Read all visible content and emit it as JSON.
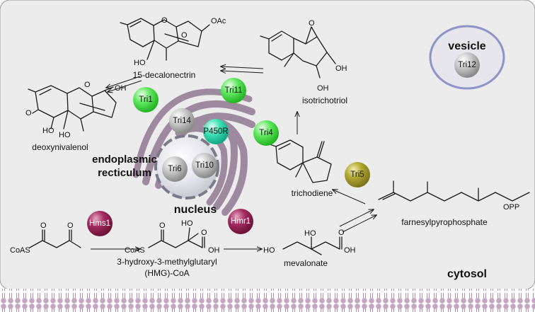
{
  "compartments": {
    "vesicle": "vesicle",
    "er_line1": "endoplasmic",
    "er_line2": "recticulum",
    "nucleus": "nucleus",
    "cytosol": "cytosol"
  },
  "enzymes": {
    "tri1": "Tri1",
    "tri11": "Tri11",
    "tri14": "Tri14",
    "p450r": "P450R",
    "tri4": "Tri4",
    "tri6": "Tri6",
    "tri10": "Tri10",
    "tri5": "Tri5",
    "tri12": "Tri12",
    "hms1": "Hms1",
    "hmr1": "Hmr1"
  },
  "compounds": {
    "decalonectrin": "15-decalonectrin",
    "deoxynivalenol": "deoxynivalenol",
    "isotrichotriol": "isotrichotriol",
    "trichodiene": "trichodiene",
    "fpp": "farnesylpyrophosphate",
    "hmg_line1": "3-hydroxy-3-methylglutaryl",
    "hmg_line2": "(HMG)-CoA",
    "mevalonate": "mevalonate"
  },
  "atom_labels": {
    "oac": "OAc",
    "oh": "OH",
    "ho": "HO",
    "o": "O",
    "coas": "CoAS",
    "opp": "OPP"
  },
  "colors": {
    "cell_fill": "#ececec",
    "membrane": "#c7a9c4",
    "er": "#9e8a9e",
    "vesicle_border": "#8e93c8",
    "green": "#4cd94c",
    "teal": "#30d9b0",
    "olive": "#a19a2c",
    "maroon": "#9a2456",
    "grey": "#b0b0b0"
  }
}
